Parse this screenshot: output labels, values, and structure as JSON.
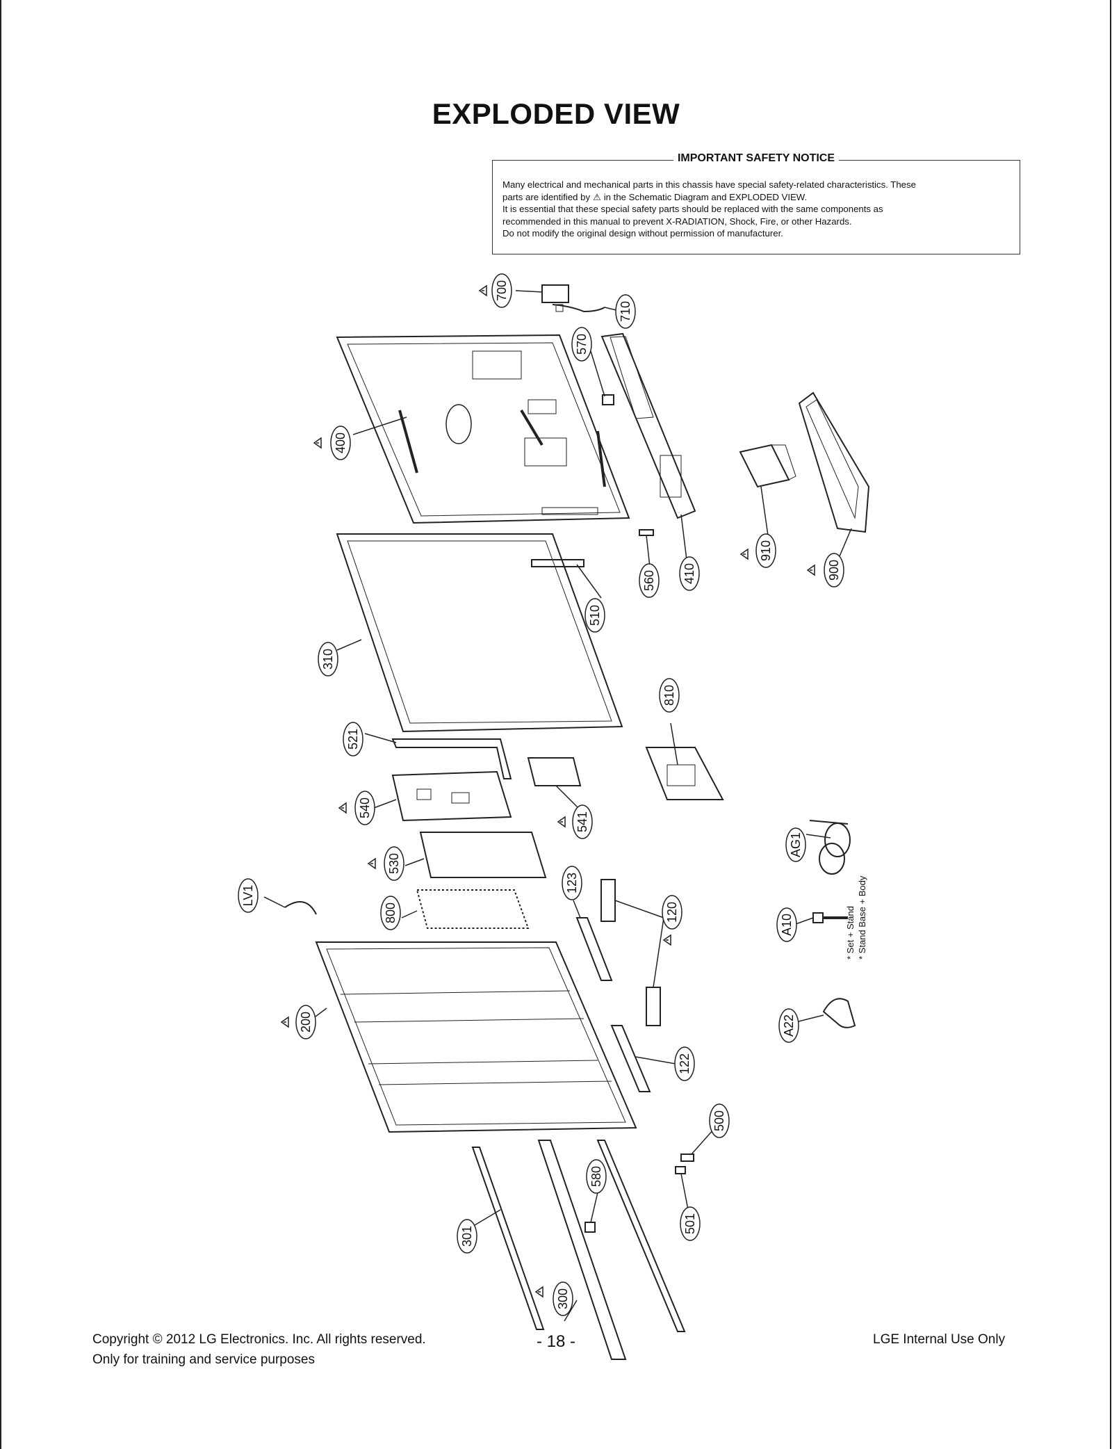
{
  "title": "EXPLODED VIEW",
  "notice": {
    "heading": "IMPORTANT SAFETY NOTICE",
    "line1": "Many electrical and mechanical parts in this chassis have special safety-related characteristics. These",
    "line2_pre": "parts are identified by",
    "line2_post": "in the Schematic Diagram and EXPLODED VIEW.",
    "line3": "It is essential that these special safety parts should be replaced with the same components as",
    "line4": "recommended in this manual to prevent X-RADIATION, Shock, Fire, or other Hazards.",
    "line5": "Do not modify the original design without permission of manufacturer."
  },
  "parts": [
    "700",
    "710",
    "570",
    "400",
    "410",
    "560",
    "510",
    "910",
    "900",
    "310",
    "810",
    "521",
    "540",
    "541",
    "530",
    "AG1",
    "123",
    "120",
    "LV1",
    "800",
    "A10",
    "200",
    "A22",
    "122",
    "500",
    "580",
    "501",
    "301",
    "300"
  ],
  "screw_notes": [
    "* Set + Stand",
    "* Stand Base + Body"
  ],
  "footer": {
    "copyright": "Copyright  © 2012  LG Electronics. Inc. All rights reserved.",
    "purpose": "Only for training and service purposes",
    "page": "- 18 -",
    "internal": "LGE Internal Use Only"
  }
}
